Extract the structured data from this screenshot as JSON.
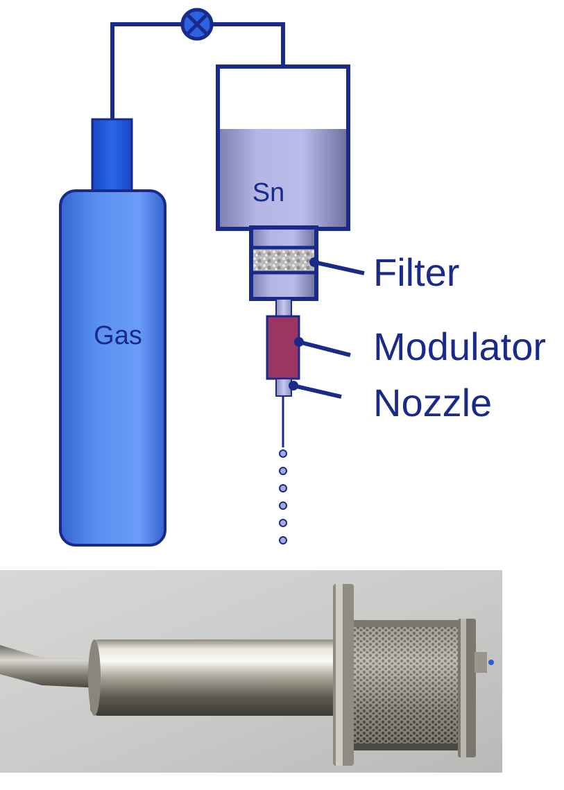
{
  "diagram": {
    "gas_label": "Gas",
    "reservoir_label": "Sn",
    "callouts": {
      "filter": "Filter",
      "modulator": "Modulator",
      "nozzle": "Nozzle"
    },
    "droplet_count": 6
  },
  "photo": {
    "subject": "droplet-generator-hardware"
  },
  "colors": {
    "outline": "#1a2a8a",
    "gas_cylinder": "#4a7fe6",
    "gas_neck": "#1f5ed6",
    "reservoir": "#a7a9d9",
    "modulator": "#9b3564",
    "label_text": "#1a2a8a"
  }
}
